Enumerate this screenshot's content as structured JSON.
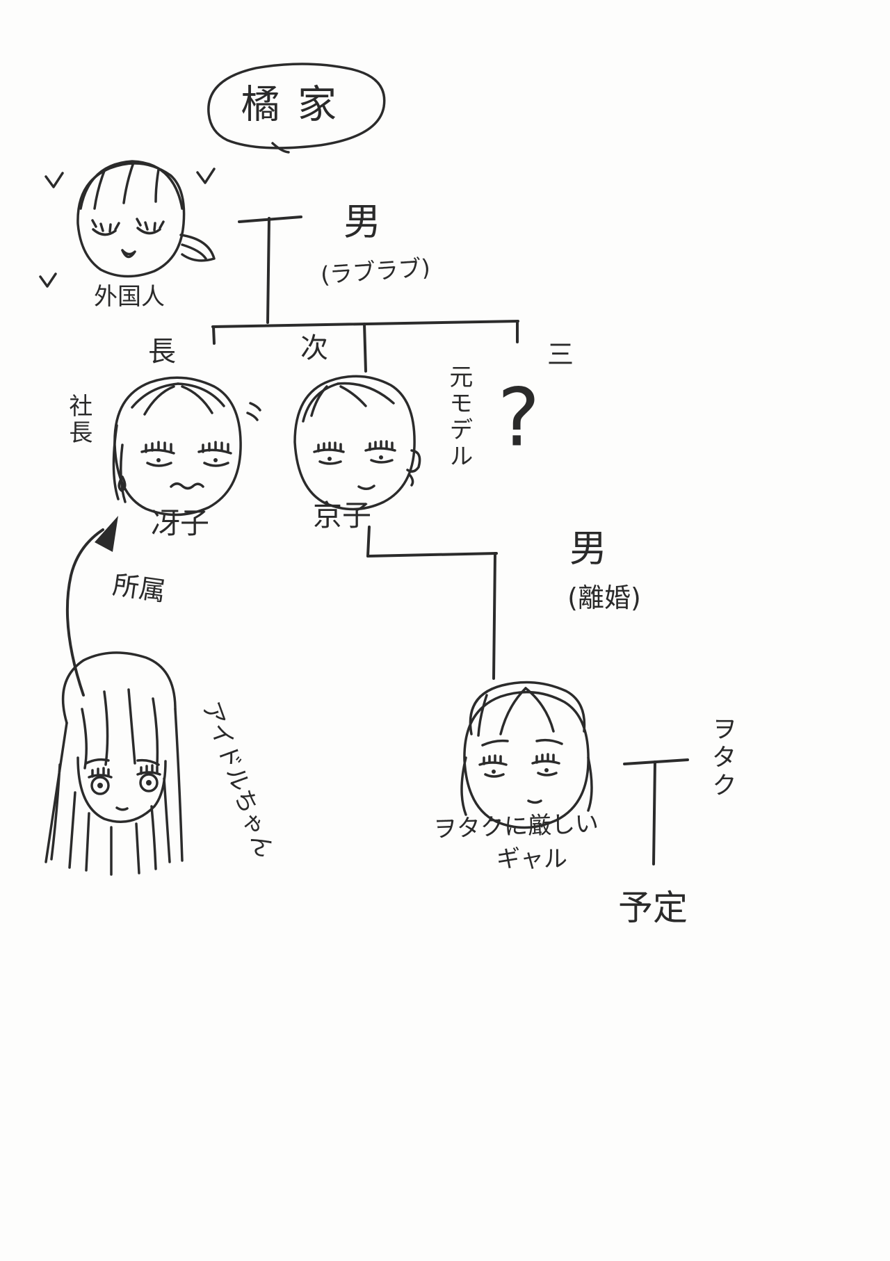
{
  "title": "橘家",
  "top_couple": {
    "wife_label": "外国人",
    "husband_label": "男",
    "note": "(ラブラブ)"
  },
  "siblings": {
    "eldest_marker": "長",
    "second_marker": "次",
    "third_marker": "三",
    "third_unknown": "?"
  },
  "eldest": {
    "role": "社長",
    "name": "冴子"
  },
  "second": {
    "role": "元モデル",
    "name": "京子"
  },
  "second_marriage": {
    "husband_label": "男",
    "note": "(離婚)"
  },
  "granddaughter": {
    "desc_line1": "ヲタクに厳しい",
    "desc_line2": "ギャル"
  },
  "fiance": {
    "label": "ヲタク",
    "plan": "予定"
  },
  "idol": {
    "name": "アイドルちゃん",
    "relation": "所属"
  },
  "ink_color": "#2b2b2b"
}
